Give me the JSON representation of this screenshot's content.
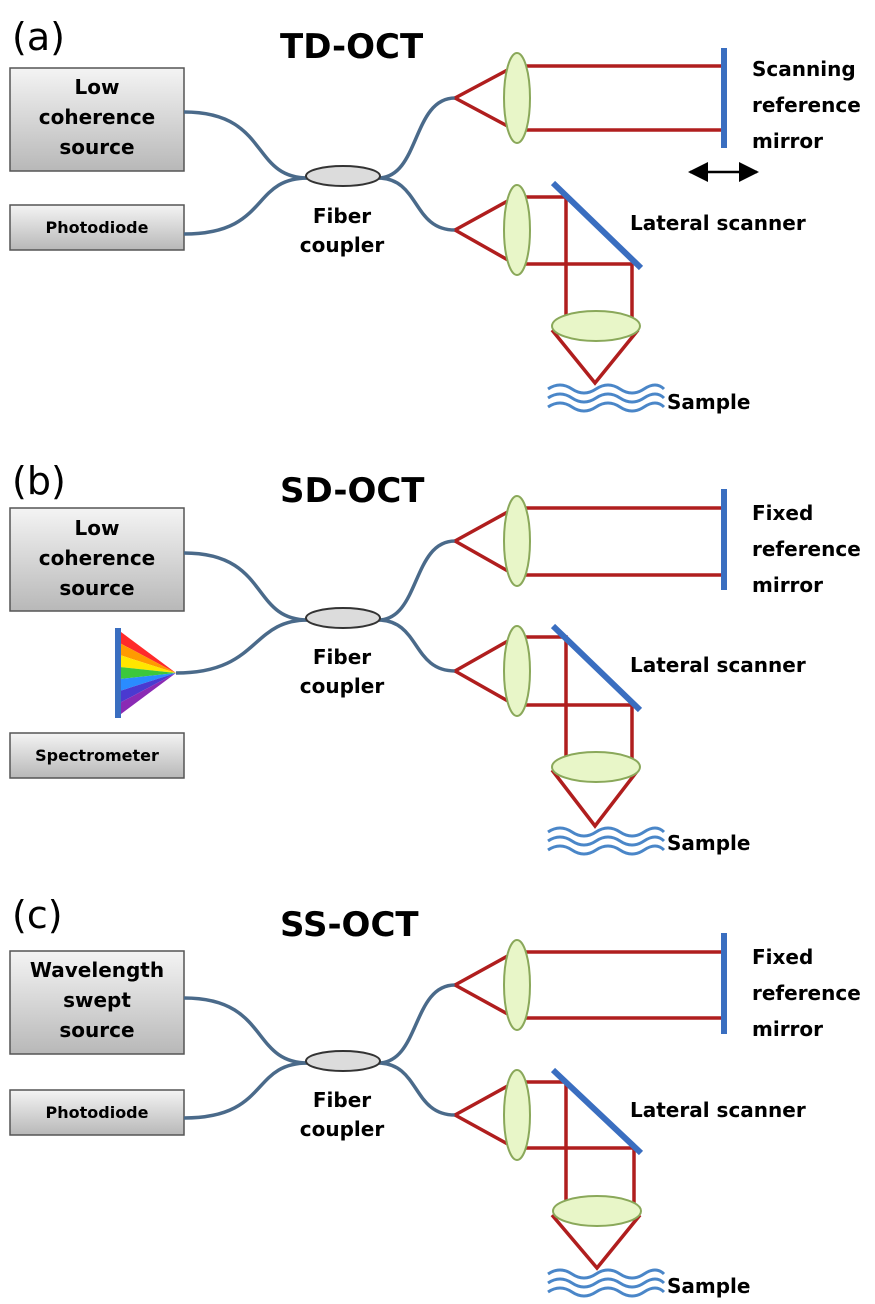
{
  "panels": [
    {
      "letter": "(a)",
      "title": "TD-OCT",
      "source_lines": [
        "Low",
        "coherence",
        "source"
      ],
      "detector_label": "Photodiode",
      "coupler_lines": [
        "Fiber",
        "coupler"
      ],
      "mirror_lines": [
        "Scanning",
        "reference",
        "mirror"
      ],
      "scanner_label": "Lateral scanner",
      "sample_label": "Sample"
    },
    {
      "letter": "(b)",
      "title": "SD-OCT",
      "source_lines": [
        "Low",
        "coherence",
        "source"
      ],
      "detector_label": "Spectrometer",
      "coupler_lines": [
        "Fiber",
        "coupler"
      ],
      "mirror_lines": [
        "Fixed",
        "reference",
        "mirror"
      ],
      "scanner_label": "Lateral scanner",
      "sample_label": "Sample"
    },
    {
      "letter": "(c)",
      "title": "SS-OCT",
      "source_lines": [
        "Wavelength",
        "swept",
        "source"
      ],
      "detector_label": "Photodiode",
      "coupler_lines": [
        "Fiber",
        "coupler"
      ],
      "mirror_lines": [
        "Fixed",
        "reference",
        "mirror"
      ],
      "scanner_label": "Lateral scanner",
      "sample_label": "Sample"
    }
  ],
  "colors": {
    "fiber": "#4a6a8a",
    "beam": "#b01e1e",
    "mirror": "#3a6ec0",
    "lens_fill": "#e8f6c8",
    "sample_wave": "#4a86c8"
  },
  "spectrum_colors": [
    "#ff2a2a",
    "#ff9a00",
    "#ffe600",
    "#3cc83c",
    "#2a8cff",
    "#4a3ad0",
    "#8a2ab4"
  ]
}
